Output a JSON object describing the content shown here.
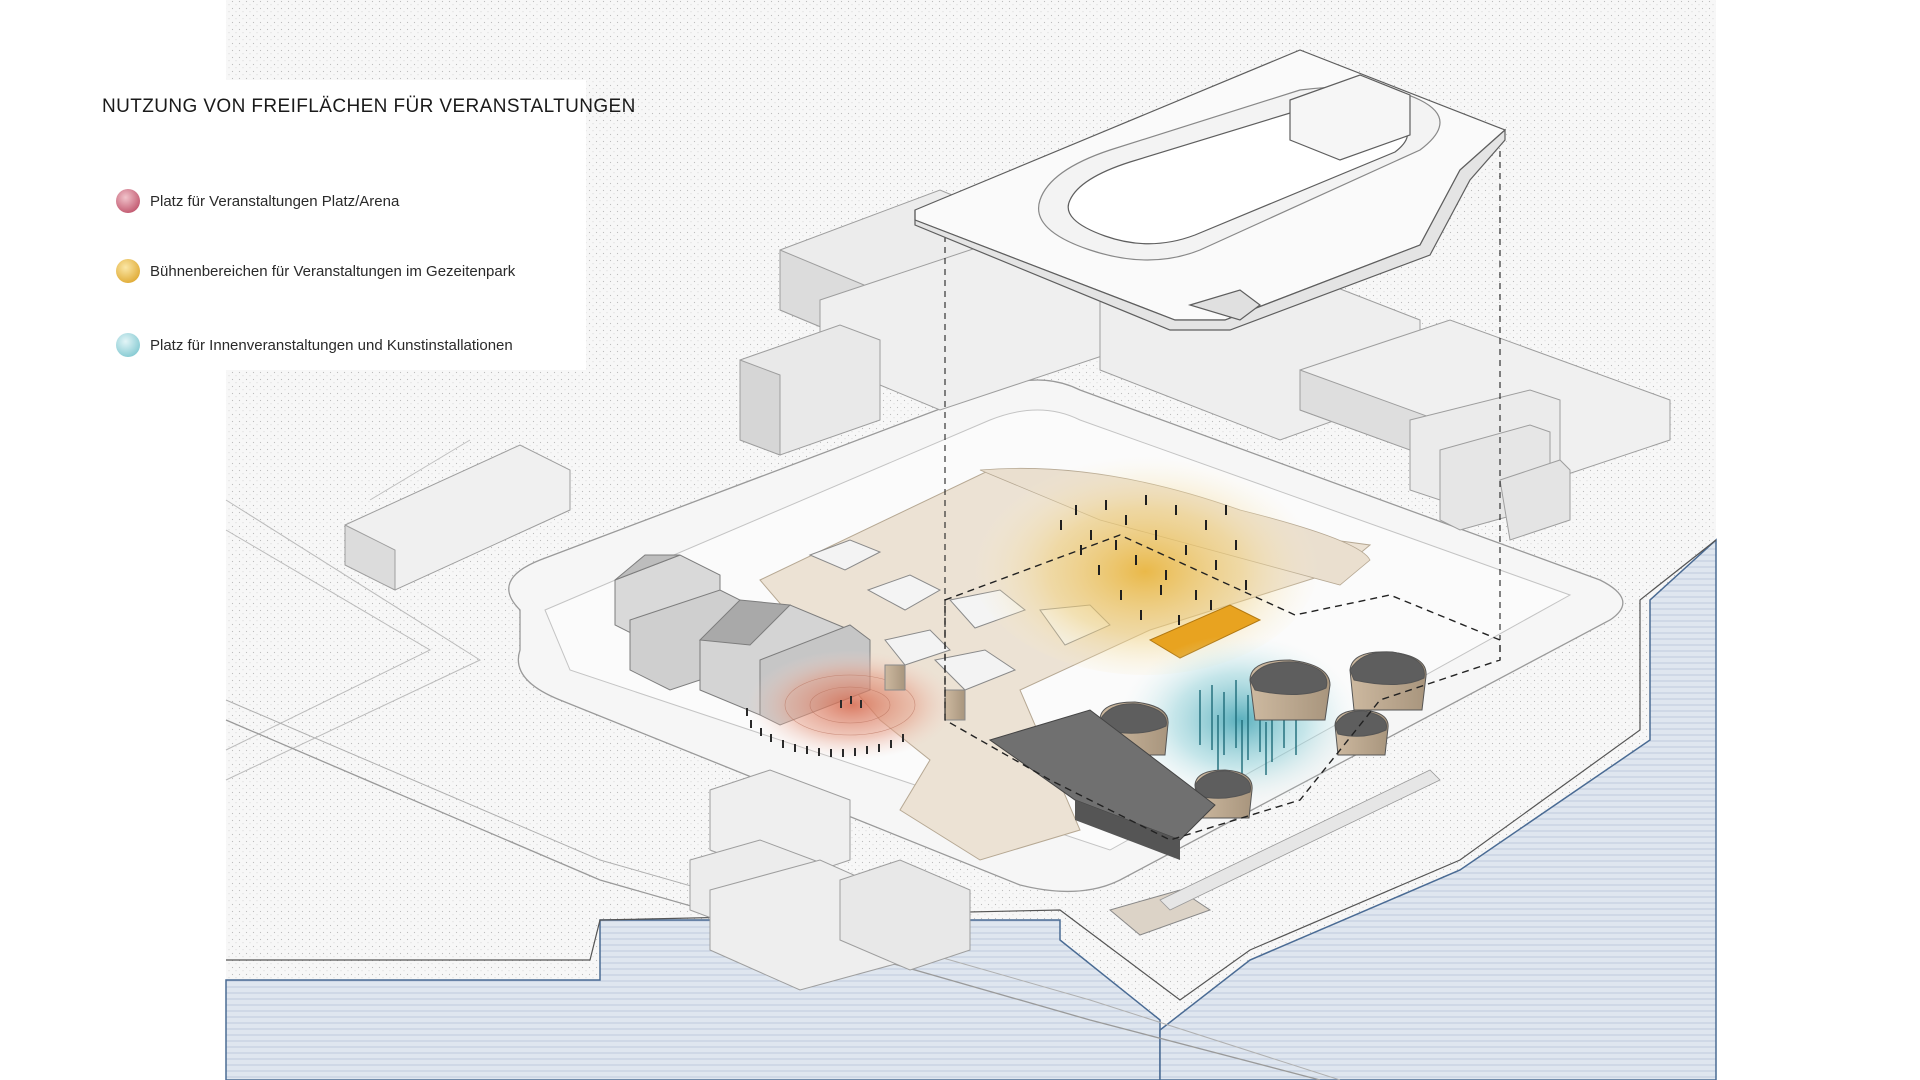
{
  "legend": {
    "title": "NUTZUNG VON FREIFLÄCHEN FÜR VERANSTALTUNGEN",
    "items": [
      {
        "label": "Platz für Veranstaltungen Platz/Arena",
        "color": "#c9546a"
      },
      {
        "label": "Bühnenbereichen für Veranstaltungen im Gezeitenpark",
        "color": "#e8b83a"
      },
      {
        "label": "Platz für Innenveranstaltungen und Kunstinstallationen",
        "color": "#7cc7cf"
      }
    ]
  },
  "palette": {
    "water": "#c9d5e4",
    "water_line": "#4a6b94",
    "ground": "#f3f3f3",
    "building_top": "#f1f1f1",
    "building_side": "#dcdcdc",
    "building_dark": "#6a6a6a",
    "plaza": "#e8dccb",
    "stage_orange": "#e8a320"
  }
}
